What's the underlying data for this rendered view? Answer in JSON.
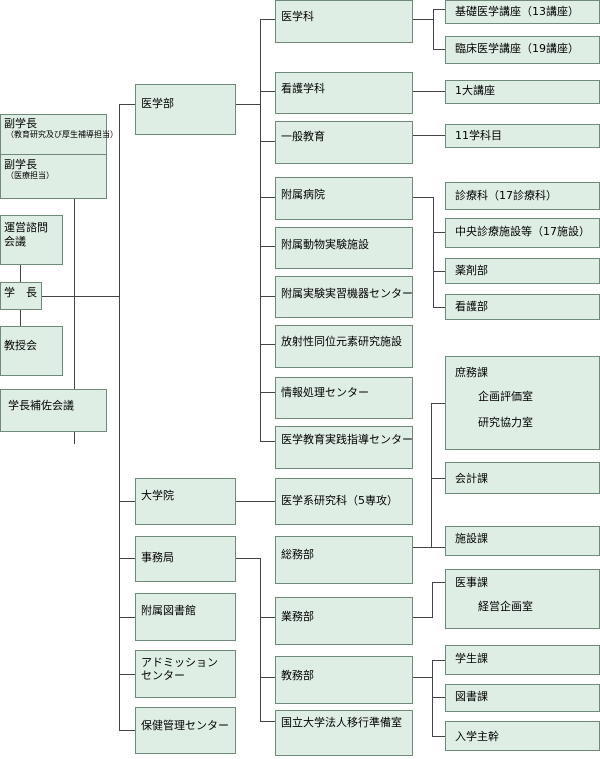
{
  "vp_edu": {
    "title": "副学長",
    "note": "（教育研究及び厚生補導担当）"
  },
  "vp_med": {
    "title": "副学長",
    "note": "（医療担当）"
  },
  "council": {
    "line1": "運営諮問",
    "line2": "会議"
  },
  "president": "学　長",
  "faculty_council": "教授会",
  "assistant_council": "学長補佐会議",
  "mid": {
    "school": "医学部",
    "graduate": "大学院",
    "office": "事務局",
    "library": "附属図書館",
    "admission": {
      "line1": "アドミッション",
      "line2": "センター"
    },
    "health": "保健管理センター"
  },
  "school_units": {
    "medicine": "医学科",
    "nursing": "看護学科",
    "general_ed": "一般教育",
    "hospital": "附属病院",
    "animal": "附属動物実験施設",
    "equipment": "附属実験実習機器センター",
    "radioisotope": "放射性同位元素研究施設",
    "info": "情報処理センター",
    "practice": "医学教育実践指導センター"
  },
  "grad_unit": "医学系研究科（5専攻）",
  "office_units": {
    "general": "総務部",
    "business": "業務部",
    "academic": "教務部",
    "prep": "国立大学法人移行準備室"
  },
  "right": {
    "basic": "基礎医学講座（13講座）",
    "clinical": "臨床医学講座（19講座）",
    "nursing_chair": "1大講座",
    "subjects": "11学科目",
    "depts": "診療科（17診療科）",
    "central": "中央診療施設等（17施設）",
    "pharmacy": "薬剤部",
    "nurse_dept": "看護部",
    "affairs": "庶務課",
    "planning": "企画評価室",
    "research": "研究協力室",
    "accounting": "会計課",
    "facilities": "施設課",
    "medical_affairs": "医事課",
    "management": "経営企画室",
    "students": "学生課",
    "library_sec": "図書課",
    "admissions": "入学主幹"
  }
}
